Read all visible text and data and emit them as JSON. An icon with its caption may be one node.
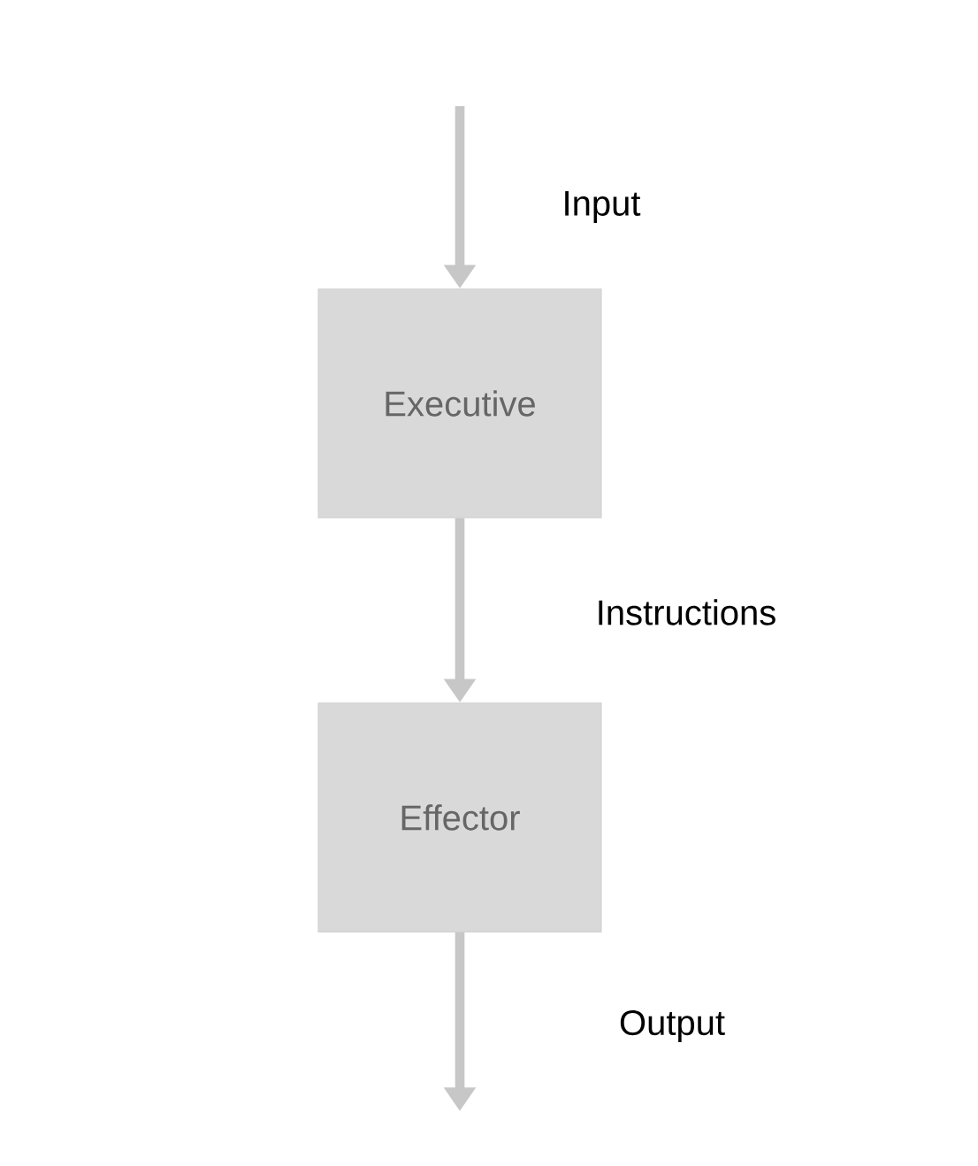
{
  "diagram": {
    "nodes": [
      {
        "text": [
          "Executive"
        ]
      },
      {
        "text": [
          "Effector"
        ]
      }
    ],
    "edges": [
      {
        "from": null,
        "to": 0,
        "arrow": "to",
        "label": "Input"
      },
      {
        "from": 0,
        "to": 1,
        "arrow": "to",
        "label": "Instructions"
      },
      {
        "from": 1,
        "to": null,
        "arrow": "to",
        "label": "Output"
      }
    ]
  }
}
